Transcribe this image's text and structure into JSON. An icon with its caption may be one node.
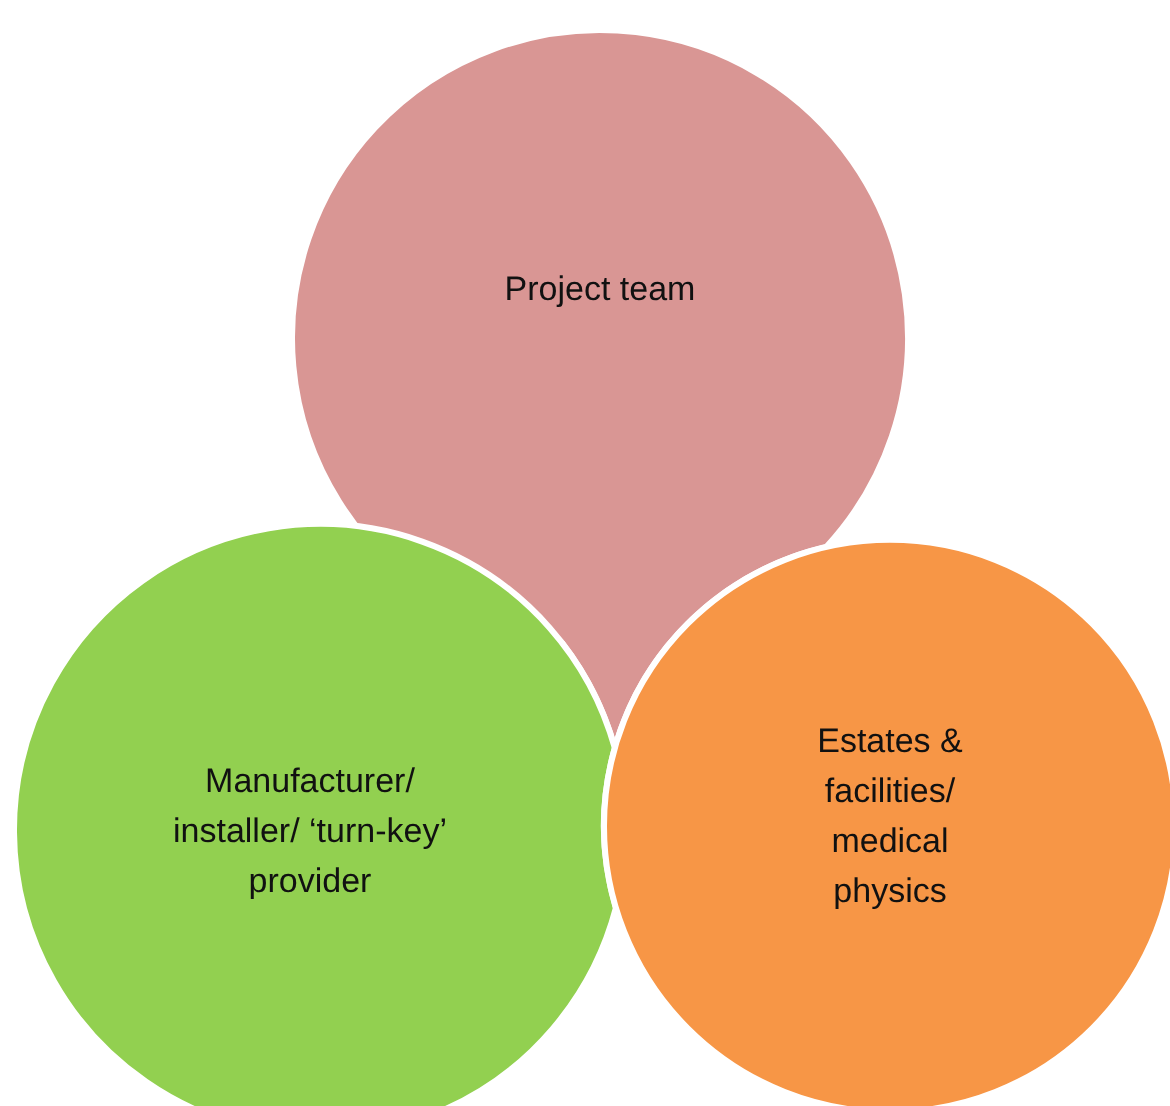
{
  "diagram": {
    "nodes": [
      {
        "text": [
          "Project team"
        ]
      },
      {
        "text": [
          "Manufacturer/ installer/ ‘turn-key’ provider"
        ]
      },
      {
        "text": [
          "Estates & facilities/ medical physics"
        ]
      }
    ]
  }
}
